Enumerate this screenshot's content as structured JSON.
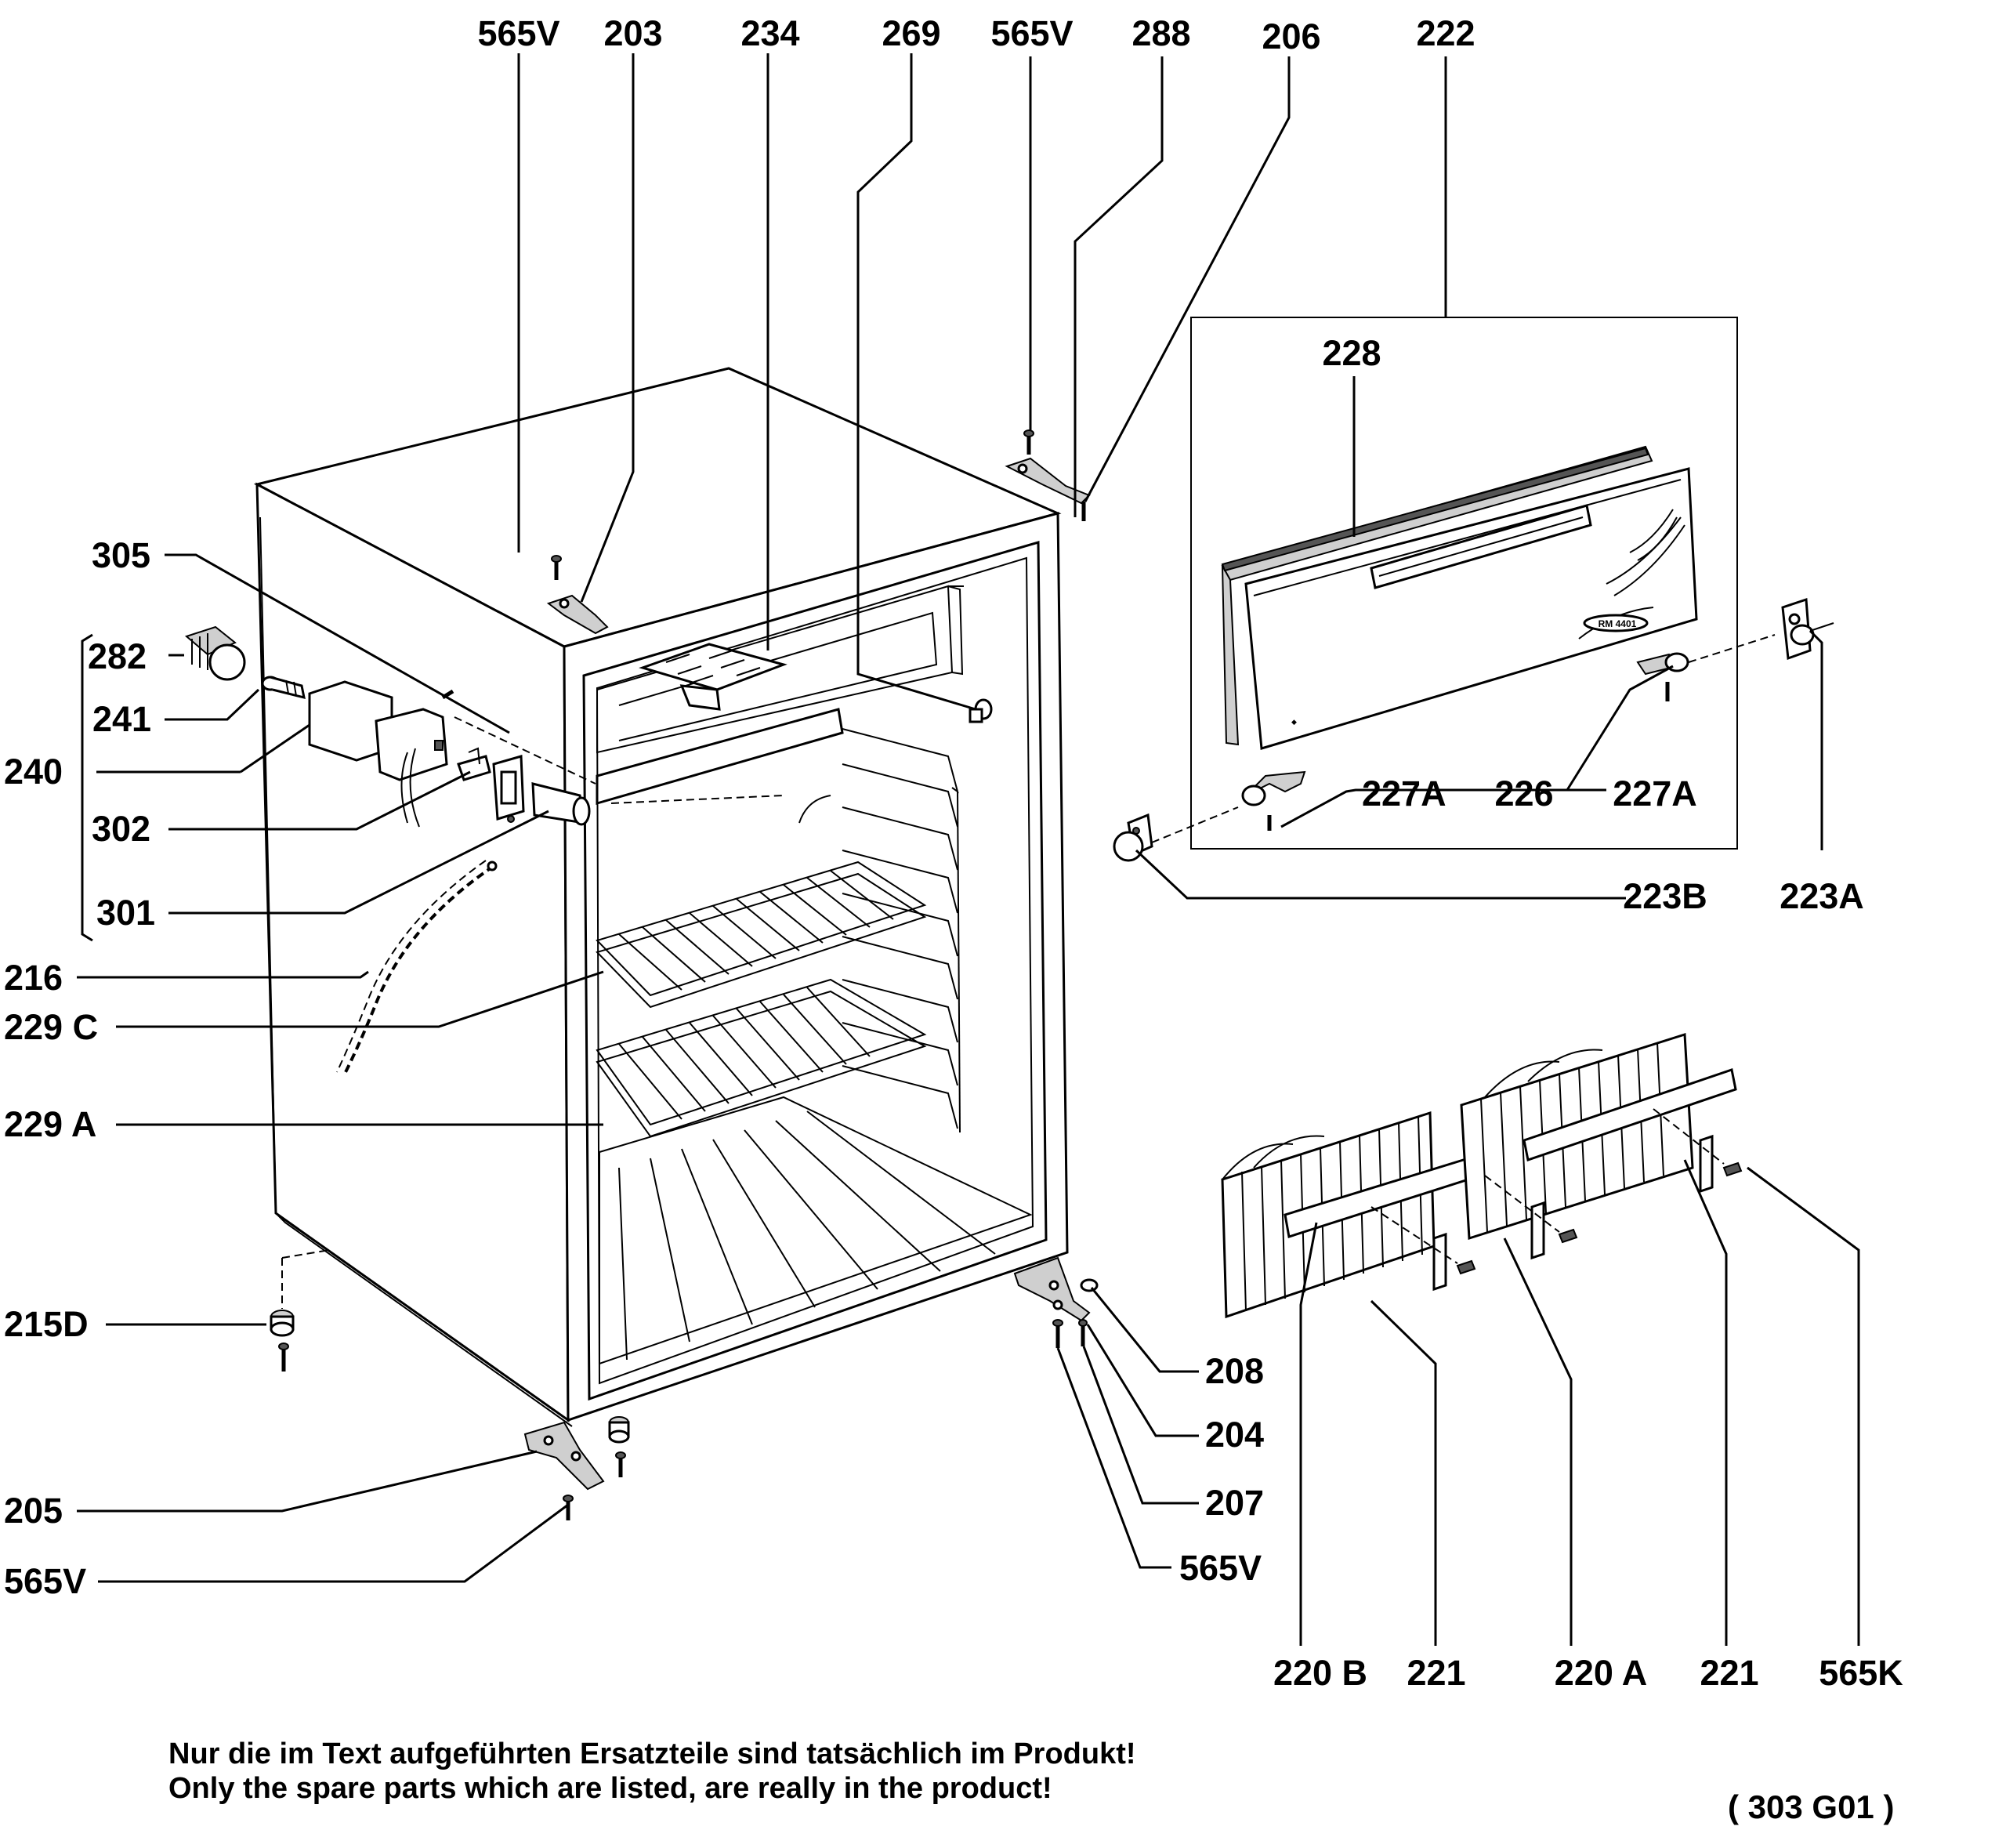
{
  "labels": {
    "l565v_top_a": "565V",
    "l203": "203",
    "l234": "234",
    "l269": "269",
    "l565v_top_b": "565V",
    "l288": "288",
    "l206": "206",
    "l222": "222",
    "l228": "228",
    "l305": "305",
    "l282": "282",
    "l241": "241",
    "l240": "240",
    "l302": "302",
    "l301": "301",
    "l216": "216",
    "l229c": "229 C",
    "l229a": "229 A",
    "l215d": "215D",
    "l205": "205",
    "l565v_bottom_left": "565V",
    "l227a_left": "227A",
    "l226": "226",
    "l227a_right": "227A",
    "l223b": "223B",
    "l223a": "223A",
    "l208": "208",
    "l204": "204",
    "l207": "207",
    "l565v_bottom_right": "565V",
    "l220b": "220 B",
    "l221_a": "221",
    "l220a": "220 A",
    "l221_b": "221",
    "l565k": "565K"
  },
  "notes": {
    "line_de": "Nur die im Text aufgeführten Ersatzteile sind tatsächlich im Produkt!",
    "line_en": "Only the spare parts which are listed, are really in the product!",
    "drawing_code": "( 303  G01 )"
  },
  "badge": {
    "door_model": "RM 4401"
  }
}
